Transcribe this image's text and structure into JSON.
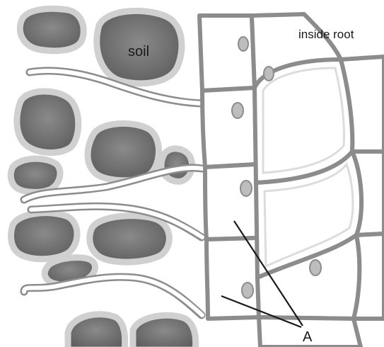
{
  "labels": {
    "soil": "soil",
    "inside_root": "inside root",
    "pointer": "A"
  },
  "colors": {
    "soil_particle_fill": "#6e6e6e",
    "soil_particle_halo": "#d4d4d4",
    "cell_wall": "#8c8c8c",
    "cell_interior": "#ffffff",
    "nucleus": "#b9b9b9",
    "pointer_line": "#1a1a1a"
  }
}
